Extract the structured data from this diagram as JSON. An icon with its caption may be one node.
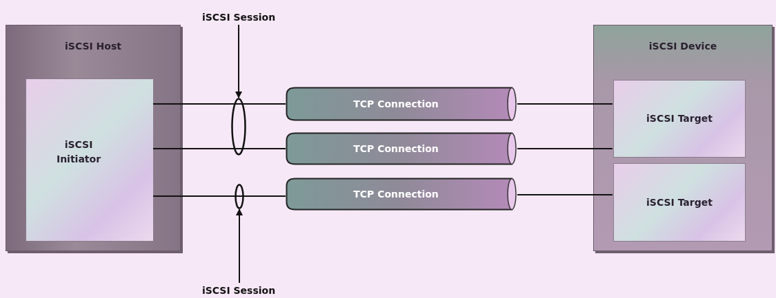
{
  "diagram": {
    "nodes": [
      {
        "text": [
          "iSCSI Host"
        ]
      },
      {
        "text": [
          "iSCSI Initiator"
        ],
        "in": 0
      },
      {
        "text": [
          "TCP Connection"
        ]
      },
      {
        "text": [
          "TCP Connection"
        ]
      },
      {
        "text": [
          "TCP Connection"
        ]
      },
      {
        "text": [
          "iSCSI Device"
        ]
      },
      {
        "text": [
          "iSCSI Target"
        ],
        "in": 5
      },
      {
        "text": [
          "iSCSI Target"
        ],
        "in": 5
      },
      {
        "text": [
          "iSCSI Session"
        ]
      },
      {
        "text": [],
        "shape": "ellipse"
      },
      {
        "text": [
          "iSCSI Session"
        ]
      },
      {
        "text": [],
        "shape": "ellipse"
      }
    ],
    "edges": [
      {
        "from": 8,
        "to": 9,
        "arrow": "to"
      },
      {
        "from": 10,
        "to": 11,
        "arrow": "to"
      },
      {
        "from": 1,
        "to": 2,
        "arrow": "none"
      },
      {
        "from": 1,
        "to": 3,
        "arrow": "none"
      },
      {
        "from": 1,
        "to": 4,
        "arrow": "none"
      },
      {
        "from": 2,
        "to": 6,
        "arrow": "none"
      },
      {
        "from": 3,
        "to": 6,
        "arrow": "none"
      },
      {
        "from": 4,
        "to": 7,
        "arrow": "none"
      }
    ]
  }
}
